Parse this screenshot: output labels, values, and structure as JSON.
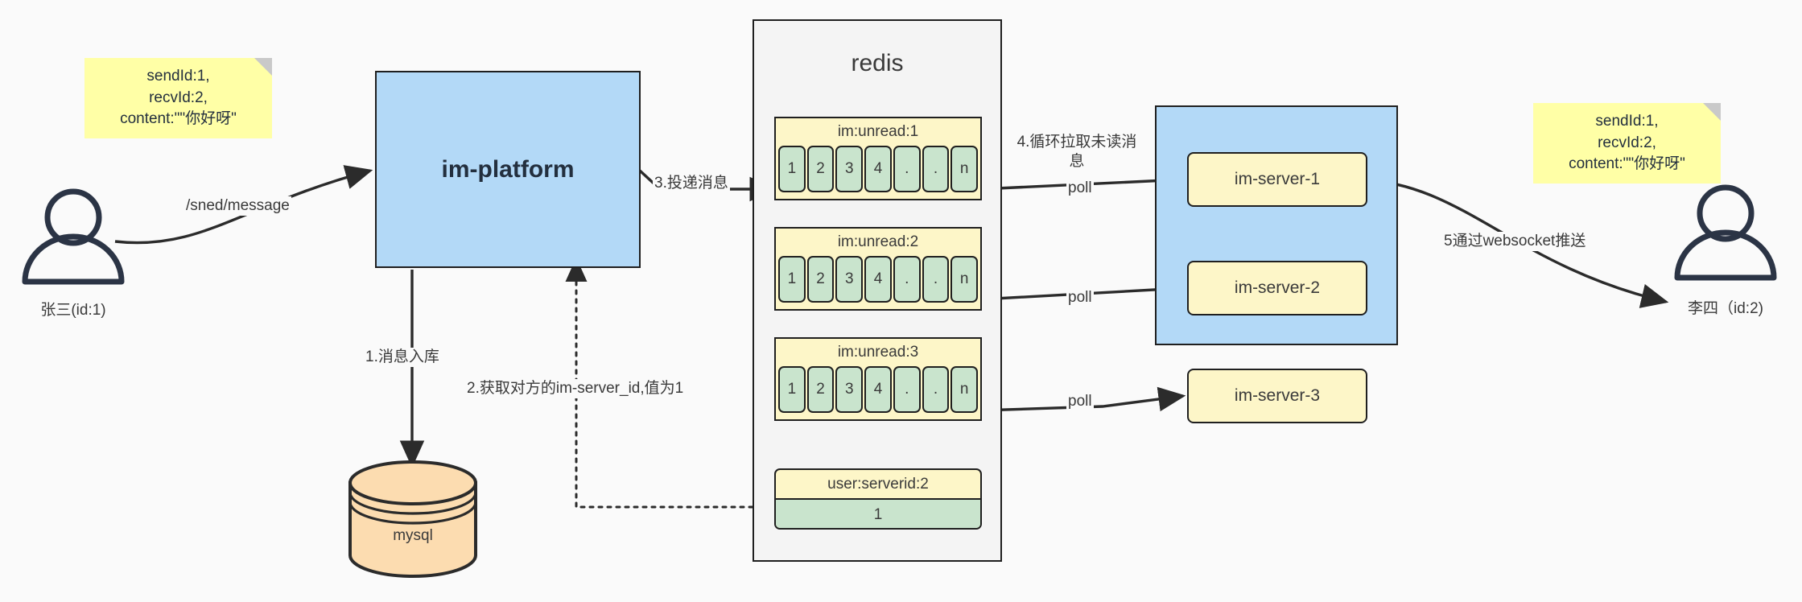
{
  "diagram": {
    "title": "IM message delivery architecture",
    "background": "#fafafa",
    "colors": {
      "note": "#ffffa6",
      "blue": "#b3d9f7",
      "yellow": "#fdf6c8",
      "green": "#c9e4cd",
      "orange": "#fcdcb0",
      "stroke": "#1f1f1f"
    }
  },
  "actors": [
    {
      "name": "sender",
      "label": "张三(id:1)"
    },
    {
      "name": "receiver",
      "label": "李四（id:2)"
    }
  ],
  "notes": [
    {
      "name": "request-payload-note",
      "text": "sendId:1,\nrecvId:2,\ncontent:\"\"你好呀\""
    },
    {
      "name": "pushed-payload-note",
      "text": "sendId:1,\nrecvId:2,\ncontent:\"\"你好呀\""
    }
  ],
  "platform": {
    "label": "im-platform"
  },
  "database": {
    "label": "mysql"
  },
  "redis": {
    "title": "redis",
    "lists": [
      {
        "key": "im:unread:1",
        "cells": [
          "1",
          "2",
          "3",
          "4",
          ".",
          ".",
          "n"
        ]
      },
      {
        "key": "im:unread:2",
        "cells": [
          "1",
          "2",
          "3",
          "4",
          ".",
          ".",
          "n"
        ]
      },
      {
        "key": "im:unread:3",
        "cells": [
          "1",
          "2",
          "3",
          "4",
          ".",
          ".",
          "n"
        ]
      }
    ],
    "kv": {
      "key": "user:serverid:2",
      "value": "1"
    }
  },
  "servers": [
    {
      "label": "im-server-1"
    },
    {
      "label": "im-server-2"
    },
    {
      "label": "im-server-3"
    }
  ],
  "edges": {
    "send_message": "/sned/message",
    "step1": "1.消息入库",
    "step2": "2.获取对方的im-server_id,值为1",
    "step3": "3.投递消息",
    "step4": "4.循环拉取未读消息",
    "poll1": "poll",
    "poll2": "poll",
    "poll3": "poll",
    "step5": "5通过websocket推送"
  }
}
